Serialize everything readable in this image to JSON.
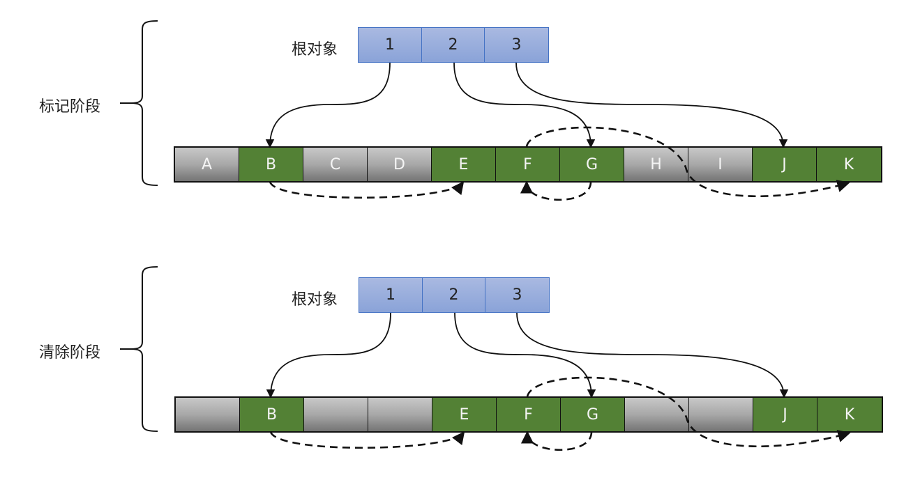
{
  "colors": {
    "live": "#538135",
    "dead_top": "#c8c8c8",
    "dead_bottom": "#747474",
    "root_fill": "#8faadc",
    "root_border": "#4472c4",
    "line": "#111111"
  },
  "phases": [
    {
      "id": "mark",
      "label": "标记阶段",
      "root_label": "根对象",
      "roots": [
        "1",
        "2",
        "3"
      ],
      "heap": [
        {
          "label": "A",
          "status": "dead"
        },
        {
          "label": "B",
          "status": "live"
        },
        {
          "label": "C",
          "status": "dead"
        },
        {
          "label": "D",
          "status": "dead"
        },
        {
          "label": "E",
          "status": "live"
        },
        {
          "label": "F",
          "status": "live"
        },
        {
          "label": "G",
          "status": "live"
        },
        {
          "label": "H",
          "status": "dead"
        },
        {
          "label": "I",
          "status": "dead"
        },
        {
          "label": "J",
          "status": "live"
        },
        {
          "label": "K",
          "status": "live"
        }
      ],
      "root_refs": [
        {
          "from": "1",
          "to": "B"
        },
        {
          "from": "2",
          "to": "G"
        },
        {
          "from": "3",
          "to": "J"
        }
      ],
      "object_refs": [
        {
          "from": "B",
          "to": "E"
        },
        {
          "from": "G",
          "to": "F"
        },
        {
          "from": "F",
          "to": "K"
        }
      ]
    },
    {
      "id": "sweep",
      "label": "清除阶段",
      "root_label": "根对象",
      "roots": [
        "1",
        "2",
        "3"
      ],
      "heap": [
        {
          "label": "",
          "status": "dead"
        },
        {
          "label": "B",
          "status": "live"
        },
        {
          "label": "",
          "status": "dead"
        },
        {
          "label": "",
          "status": "dead"
        },
        {
          "label": "E",
          "status": "live"
        },
        {
          "label": "F",
          "status": "live"
        },
        {
          "label": "G",
          "status": "live"
        },
        {
          "label": "",
          "status": "dead"
        },
        {
          "label": "",
          "status": "dead"
        },
        {
          "label": "J",
          "status": "live"
        },
        {
          "label": "K",
          "status": "live"
        }
      ],
      "root_refs": [
        {
          "from": "1",
          "to": "B"
        },
        {
          "from": "2",
          "to": "G"
        },
        {
          "from": "3",
          "to": "J"
        }
      ],
      "object_refs": [
        {
          "from": "B",
          "to": "E"
        },
        {
          "from": "G",
          "to": "F"
        },
        {
          "from": "F",
          "to": "K"
        }
      ]
    }
  ]
}
